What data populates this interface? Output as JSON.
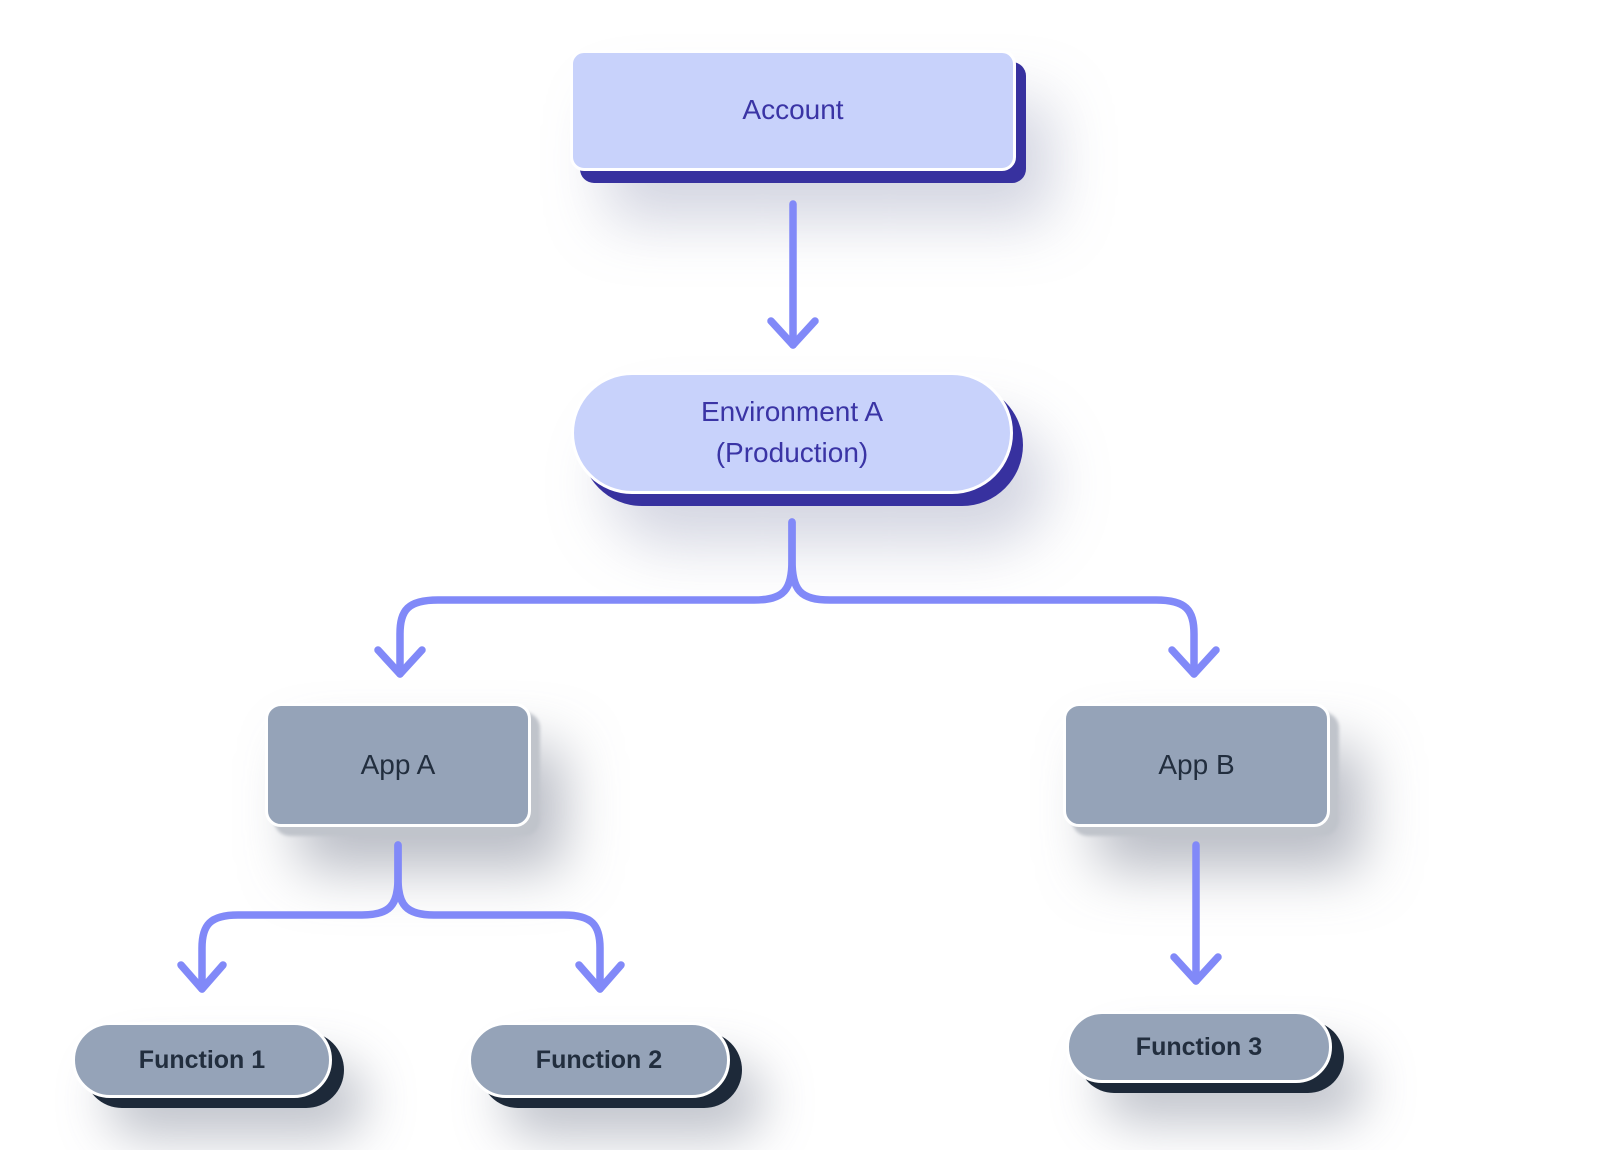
{
  "diagram": {
    "nodes": {
      "account": {
        "label": "Account"
      },
      "environment_a": {
        "label": "Environment A\n(Production)"
      },
      "app_a": {
        "label": "App A"
      },
      "app_b": {
        "label": "App B"
      },
      "function_1": {
        "label": "Function 1"
      },
      "function_2": {
        "label": "Function 2"
      },
      "function_3": {
        "label": "Function 3"
      }
    },
    "edges": [
      {
        "from": "Account",
        "to": "Environment A (Production)"
      },
      {
        "from": "Environment A (Production)",
        "to": "App A"
      },
      {
        "from": "Environment A (Production)",
        "to": "App B"
      },
      {
        "from": "App A",
        "to": "Function 1"
      },
      {
        "from": "App A",
        "to": "Function 2"
      },
      {
        "from": "App B",
        "to": "Function 3"
      }
    ],
    "colors": {
      "background": "#ffffff",
      "indigo_fill": "#c8d2fb",
      "indigo_shadow": "#37319f",
      "indigo_text": "#3a34a5",
      "slate_fill": "#95a3b8",
      "slate_text": "#222e3e",
      "slate_shadow": "#c0c4cb",
      "navy_shadow": "#1d2939",
      "arrow": "#8189f8",
      "node_border": "#ffffff"
    }
  }
}
